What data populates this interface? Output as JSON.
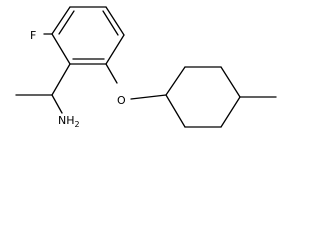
{
  "structure": {
    "type": "skeletal-formula",
    "bond_color": "#000000",
    "background_color": "#ffffff",
    "atoms": {
      "fluorine": "F",
      "oxygen": "O",
      "amine": "NH2",
      "amine_main": "NH",
      "amine_subscript": "2"
    }
  }
}
